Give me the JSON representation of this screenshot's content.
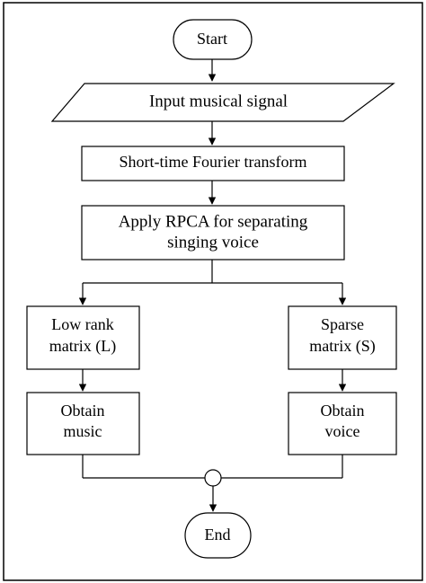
{
  "diagram": {
    "nodes": {
      "start": "Start",
      "input": "Input musical signal",
      "stft": "Short-time Fourier transform",
      "rpca": [
        "Apply RPCA for separating",
        "singing voice"
      ],
      "low_rank": [
        "Low rank",
        "matrix (L)"
      ],
      "sparse": [
        "Sparse",
        "matrix (S)"
      ],
      "music": [
        "Obtain",
        "music"
      ],
      "voice": [
        "Obtain",
        "voice"
      ],
      "end": "End"
    }
  }
}
